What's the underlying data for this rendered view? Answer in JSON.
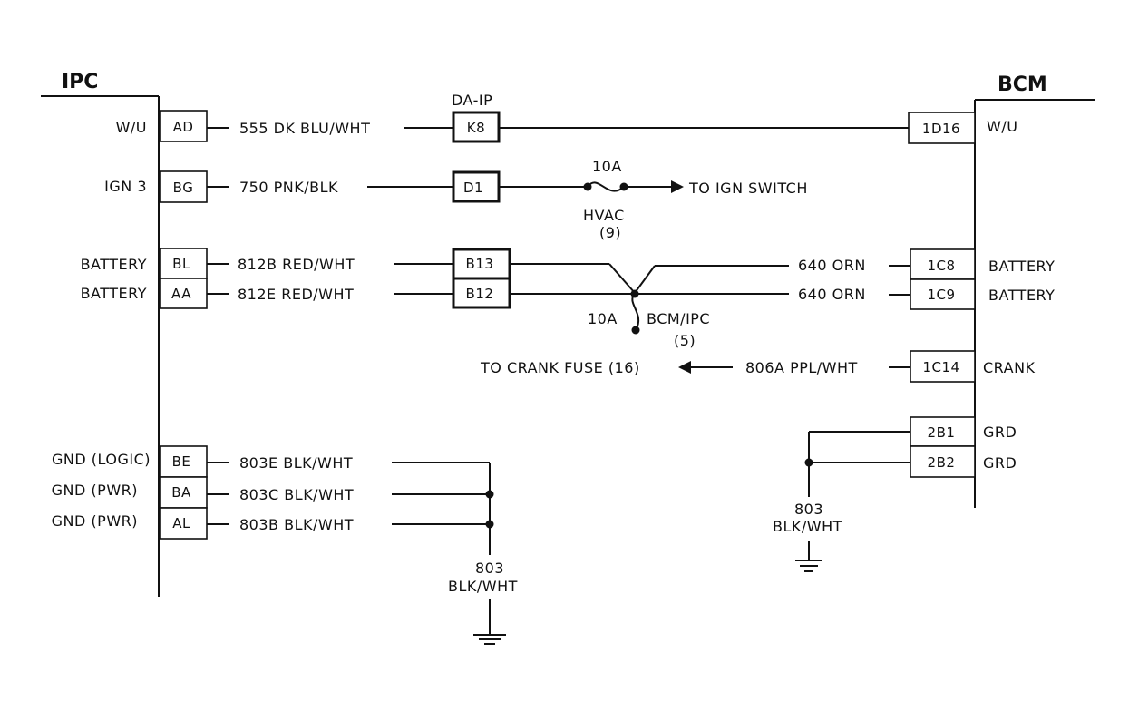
{
  "ipc": {
    "title": "IPC",
    "pins": [
      {
        "label": "W/U",
        "pin": "AD",
        "wire": "555 DK BLU/WHT"
      },
      {
        "label": "IGN 3",
        "pin": "BG",
        "wire": "750 PNK/BLK"
      },
      {
        "label": "BATTERY",
        "pin": "BL",
        "wire": "812B  RED/WHT"
      },
      {
        "label": "BATTERY",
        "pin": "AA",
        "wire": "812E  RED/WHT"
      },
      {
        "label": "GND (LOGIC)",
        "pin": "BE",
        "wire": "803E  BLK/WHT"
      },
      {
        "label": "GND (PWR)",
        "pin": "BA",
        "wire": "803C  BLK/WHT"
      },
      {
        "label": "GND (PWR)",
        "pin": "AL",
        "wire": "803B  BLK/WHT"
      }
    ],
    "ground_wire": "803",
    "ground_color": "BLK/WHT"
  },
  "bcm": {
    "title": "BCM",
    "pins": [
      {
        "pin": "1D16",
        "label": "W/U",
        "wire": ""
      },
      {
        "pin": "1C8",
        "label": "BATTERY",
        "wire": "640 ORN"
      },
      {
        "pin": "1C9",
        "label": "BATTERY",
        "wire": "640 ORN"
      },
      {
        "pin": "1C14",
        "label": "CRANK",
        "wire": "806A PPL/WHT"
      },
      {
        "pin": "2B1",
        "label": "GRD",
        "wire": ""
      },
      {
        "pin": "2B2",
        "label": "GRD",
        "wire": ""
      }
    ],
    "ground_wire": "803",
    "ground_color": "BLK/WHT"
  },
  "connector": {
    "name": "DA-IP",
    "pins": [
      "K8",
      "D1",
      "B13",
      "B12"
    ]
  },
  "fuses": {
    "hvac": {
      "rating": "10A",
      "name": "HVAC",
      "number": "(9)"
    },
    "bcm_ipc": {
      "rating": "10A",
      "name": "BCM/IPC",
      "number": "(5)"
    }
  },
  "destinations": {
    "ign_switch": "TO IGN SWITCH",
    "crank_fuse": "TO CRANK FUSE (16)"
  }
}
